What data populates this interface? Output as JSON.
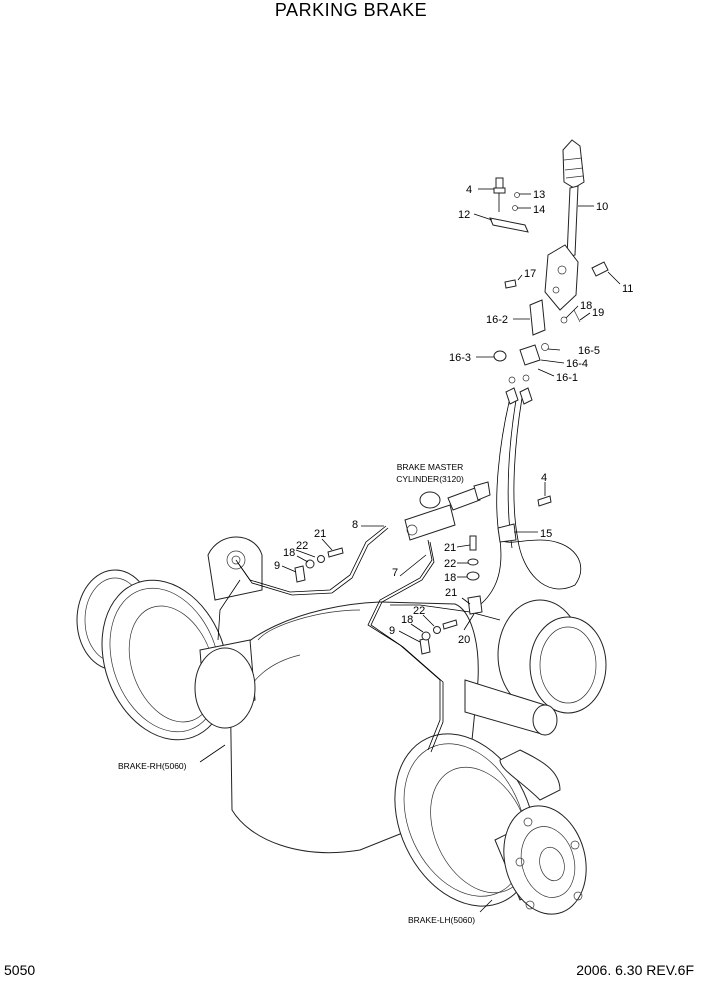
{
  "title": "PARKING BRAKE",
  "page_number": "5050",
  "revision": "2006. 6.30 REV.6F",
  "callouts": {
    "c4a": "4",
    "c13": "13",
    "c14": "14",
    "c10": "10",
    "c12": "12",
    "c17": "17",
    "c11": "11",
    "c18a": "18",
    "c19": "19",
    "c16_2": "16-2",
    "c16_5": "16-5",
    "c16_3": "16-3",
    "c16_4": "16-4",
    "c16_1": "16-1",
    "c4b": "4",
    "c15": "15",
    "c8": "8",
    "c21a": "21",
    "c22a": "22",
    "c18b": "18",
    "c9a": "9",
    "c21b": "21",
    "c22b": "22",
    "c18c": "18",
    "c7": "7",
    "c21c": "21",
    "c22c": "22",
    "c18d": "18",
    "c9b": "9",
    "c20": "20"
  },
  "notes": {
    "master_cyl_line1": "BRAKE MASTER",
    "master_cyl_line2": "CYLINDER(3120)",
    "brake_rh": "BRAKE-RH(5060)",
    "brake_lh": "BRAKE-LH(5060)"
  }
}
